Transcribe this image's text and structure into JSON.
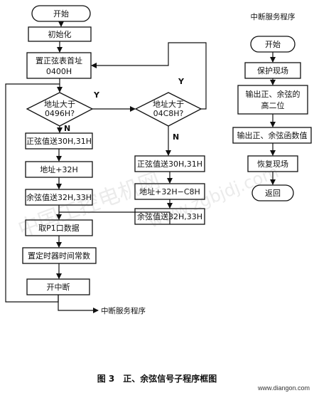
{
  "nodes": {
    "start": "开始",
    "init": "初始化",
    "table_addr_1": "置正弦表首址",
    "table_addr_2": "0400H",
    "dec1_1": "地址大于",
    "dec1_2": "0496H?",
    "sin1": "正弦值送30H,31H",
    "addr1": "地址+32H",
    "cos1": "余弦值送32H,33H",
    "dec2_1": "地址大于",
    "dec2_2": "04C8H?",
    "sin2": "正弦值送30H,31H",
    "addr2": "地址+32H−C8H",
    "cos2": "余弦值送32H,33H",
    "p11": "取P1口数据",
    "timer": "置定时器时间常数",
    "int_on": "开中断",
    "isr_ref": "中断服务程序"
  },
  "branches": {
    "yes": "Y",
    "no": "N"
  },
  "isr": {
    "title": "中断服务程序",
    "start": "开始",
    "protect": "保护现场",
    "out_high_1": "输出正、余弦的",
    "out_high_2": "高二位",
    "out_func": "输出正、余弦函数值",
    "restore": "恢复现场",
    "return": "返回"
  },
  "caption": {
    "figure_no": "图 3",
    "text": "正、余弦信号子程序框图"
  },
  "footer_site": "www.diangon.com",
  "watermarks": [
    "中国工控电机网",
    "www.zgbjdj.com"
  ]
}
